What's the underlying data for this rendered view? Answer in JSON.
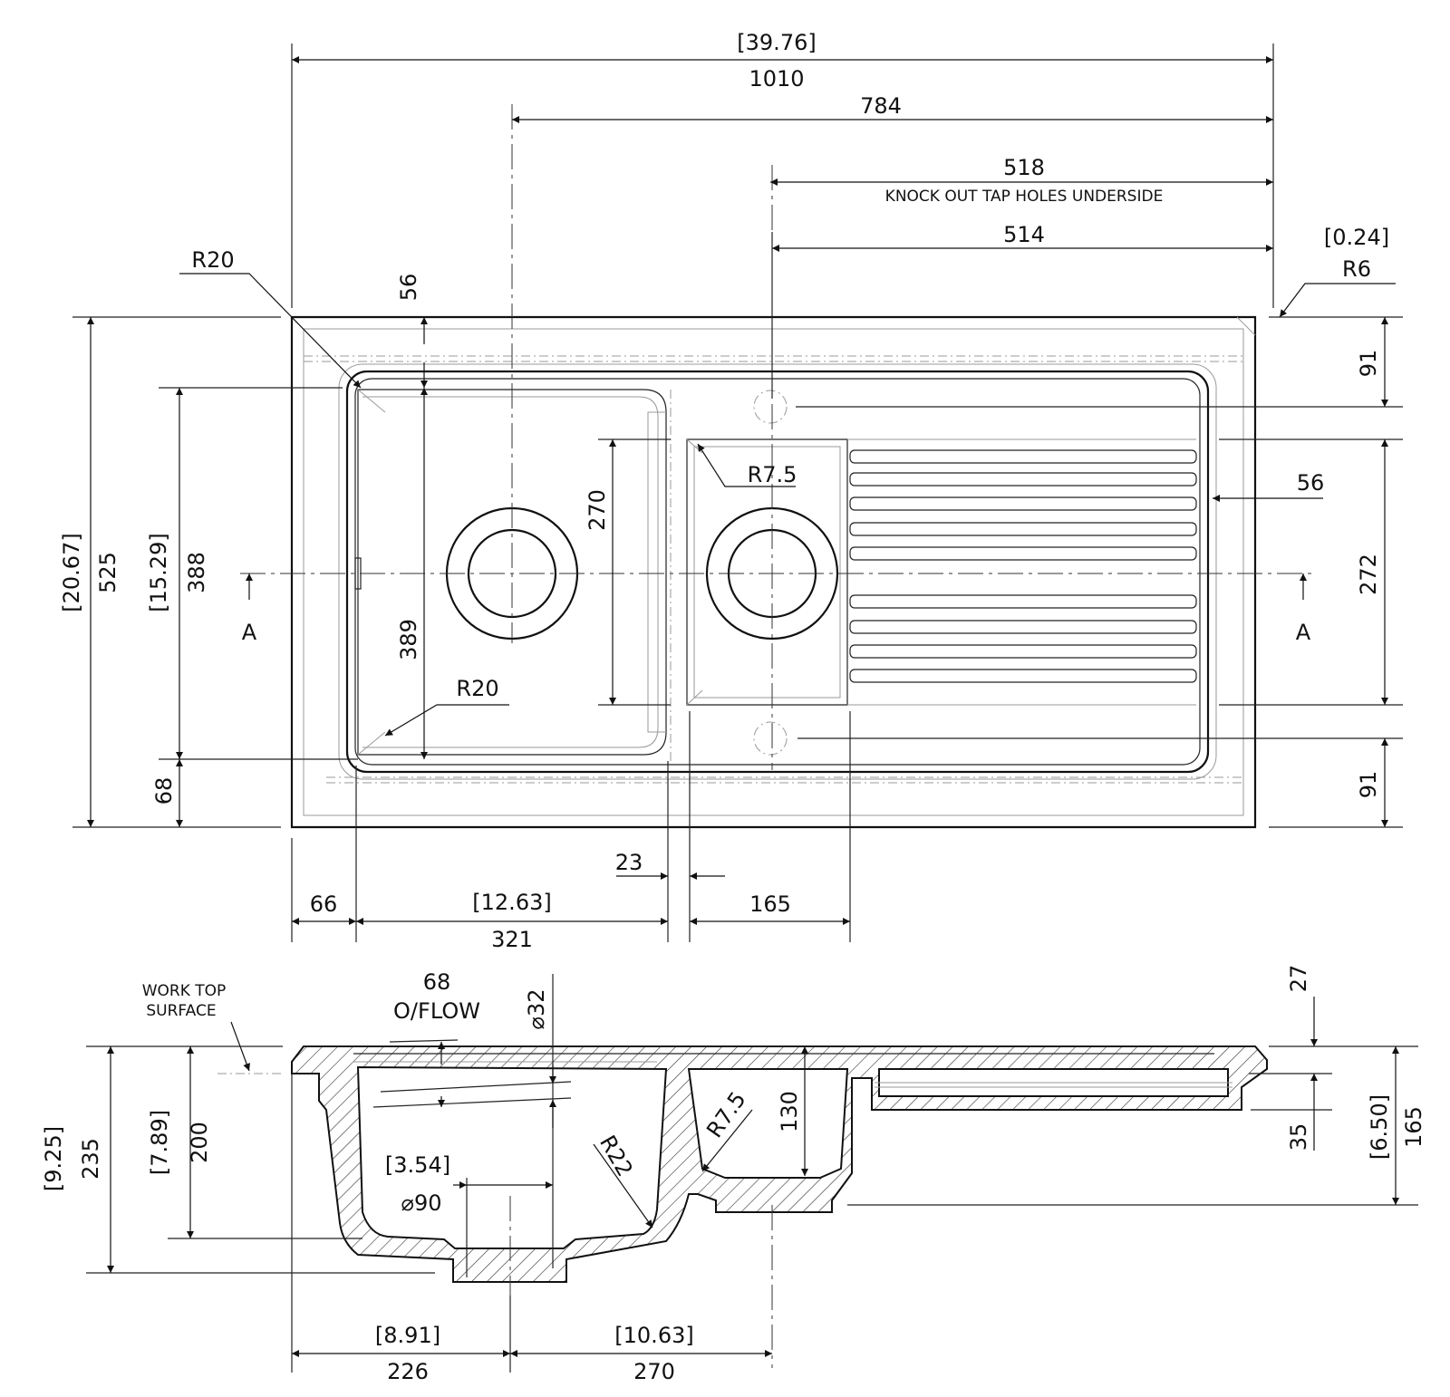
{
  "plan_view": {
    "overall_width_in": "[39.76]",
    "overall_width": "1010",
    "dim_784": "784",
    "dim_518": "518",
    "knockout_note": "KNOCK OUT TAP HOLES UNDERSIDE",
    "dim_514": "514",
    "corner_radius_in": "[0.24]",
    "corner_radius": "R6",
    "radius_top_left": "R20",
    "dim_56_top": "56",
    "dim_91_top": "91",
    "radius_half_bowl": "R7.5",
    "dim_270_vertical": "270",
    "dim_56_right": "56",
    "overall_depth_in": "[20.67]",
    "overall_depth": "525",
    "bowl_depth_in": "[15.29]",
    "bowl_depth": "388",
    "dim_389": "389",
    "dim_272": "272",
    "radius_bottom_left": "R20",
    "dim_68": "68",
    "dim_91_bottom": "91",
    "section_marker_left": "A",
    "section_marker_right": "A",
    "dim_23": "23",
    "dim_66": "66",
    "bowl_width_in": "[12.63]",
    "bowl_width": "321",
    "dim_165": "165"
  },
  "section_view": {
    "worktop_label_1": "WORK TOP",
    "worktop_label_2": "SURFACE",
    "overflow_value": "68",
    "overflow_label": "O/FLOW",
    "overflow_diameter": "⌀32",
    "radius_half_bowl": "R7.5",
    "radius_main_bowl": "R22",
    "half_bowl_depth": "130",
    "dim_27": "27",
    "dim_35": "35",
    "half_depth_in": "[6.50]",
    "half_depth": "165",
    "total_depth_in": "[9.25]",
    "total_depth": "235",
    "bowl_depth_in": "[7.89]",
    "bowl_depth": "200",
    "waste_diameter_in": "[3.54]",
    "waste_diameter": "⌀90",
    "dim_226_in": "[8.91]",
    "dim_226": "226",
    "dim_270_in": "[10.63]",
    "dim_270": "270"
  }
}
